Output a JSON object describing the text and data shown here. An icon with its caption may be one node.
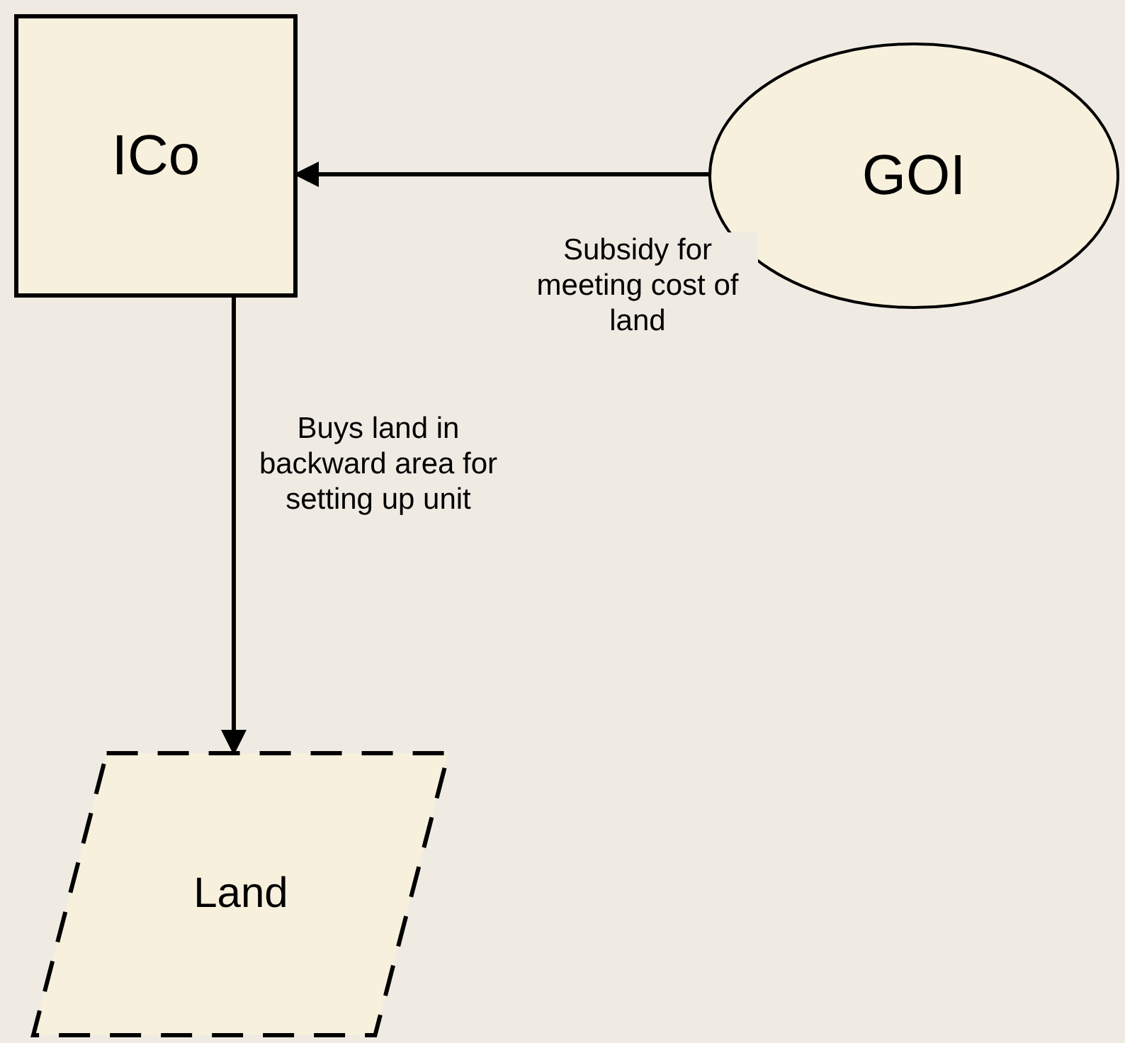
{
  "diagram": {
    "nodes": [
      {
        "text": [
          "ICo"
        ]
      },
      {
        "text": [
          "GOI"
        ]
      },
      {
        "text": [
          "Land"
        ]
      }
    ],
    "edges": [
      {
        "from": 1,
        "to": 0,
        "arrow": "to",
        "label": "Subsidy for meeting cost of land"
      },
      {
        "from": 0,
        "to": 2,
        "arrow": "to",
        "label": "Buys land in backward area for setting up unit"
      }
    ]
  }
}
